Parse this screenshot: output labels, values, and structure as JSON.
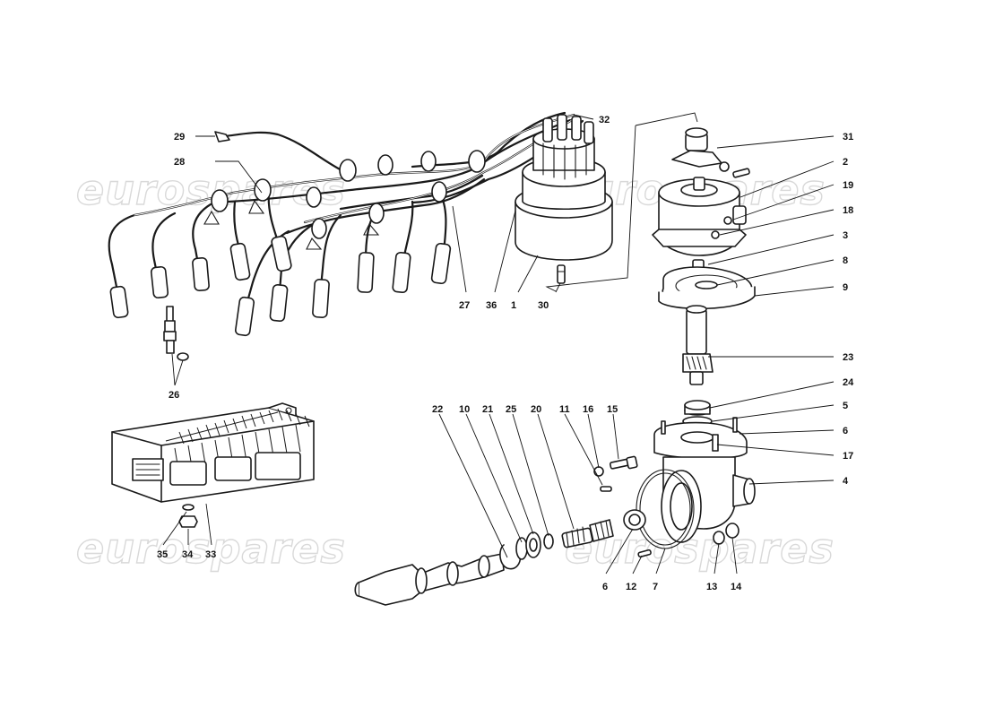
{
  "diagram": {
    "watermark_text": "eurospares",
    "callouts": [
      {
        "id": "c1",
        "label": "1"
      },
      {
        "id": "c2",
        "label": "2"
      },
      {
        "id": "c3",
        "label": "3"
      },
      {
        "id": "c4",
        "label": "4"
      },
      {
        "id": "c5",
        "label": "5"
      },
      {
        "id": "c6a",
        "label": "6"
      },
      {
        "id": "c6b",
        "label": "6"
      },
      {
        "id": "c7",
        "label": "7"
      },
      {
        "id": "c8",
        "label": "8"
      },
      {
        "id": "c9",
        "label": "9"
      },
      {
        "id": "c10",
        "label": "10"
      },
      {
        "id": "c11",
        "label": "11"
      },
      {
        "id": "c12",
        "label": "12"
      },
      {
        "id": "c13",
        "label": "13"
      },
      {
        "id": "c14",
        "label": "14"
      },
      {
        "id": "c15",
        "label": "15"
      },
      {
        "id": "c16",
        "label": "16"
      },
      {
        "id": "c17",
        "label": "17"
      },
      {
        "id": "c18",
        "label": "18"
      },
      {
        "id": "c19",
        "label": "19"
      },
      {
        "id": "c20",
        "label": "20"
      },
      {
        "id": "c21",
        "label": "21"
      },
      {
        "id": "c22",
        "label": "22"
      },
      {
        "id": "c23",
        "label": "23"
      },
      {
        "id": "c24",
        "label": "24"
      },
      {
        "id": "c25",
        "label": "25"
      },
      {
        "id": "c26",
        "label": "26"
      },
      {
        "id": "c27",
        "label": "27"
      },
      {
        "id": "c28",
        "label": "28"
      },
      {
        "id": "c29",
        "label": "29"
      },
      {
        "id": "c30",
        "label": "30"
      },
      {
        "id": "c31",
        "label": "31"
      },
      {
        "id": "c32",
        "label": "32"
      },
      {
        "id": "c33",
        "label": "33"
      },
      {
        "id": "c34",
        "label": "34"
      },
      {
        "id": "c35",
        "label": "35"
      },
      {
        "id": "c36",
        "label": "36"
      }
    ]
  }
}
